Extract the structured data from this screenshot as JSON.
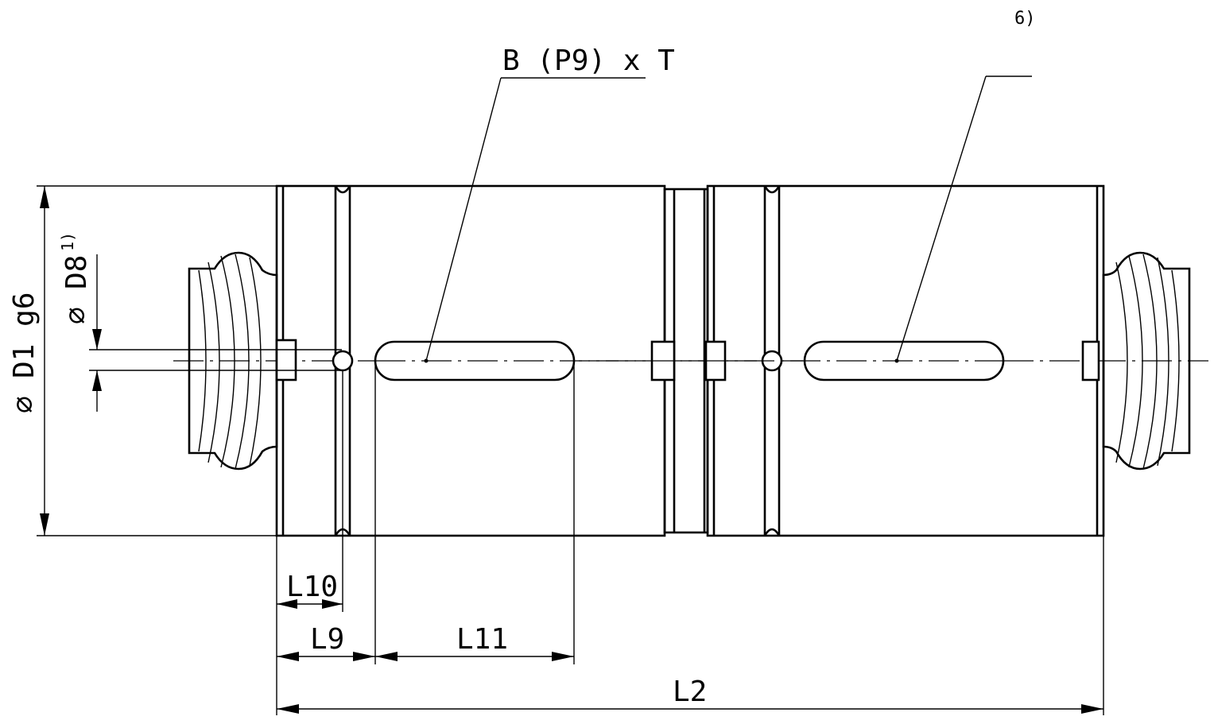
{
  "labels": {
    "keyway": "B (P9) x T",
    "note": "6)",
    "d1": "D1 g6",
    "d8": "D8",
    "d8_note": "1)",
    "l2": "L2",
    "l9": "L9",
    "l10": "L10",
    "l11": "L11",
    "diameter_symbol": "⌀"
  },
  "colors": {
    "line": "#000000",
    "background": "#ffffff"
  }
}
